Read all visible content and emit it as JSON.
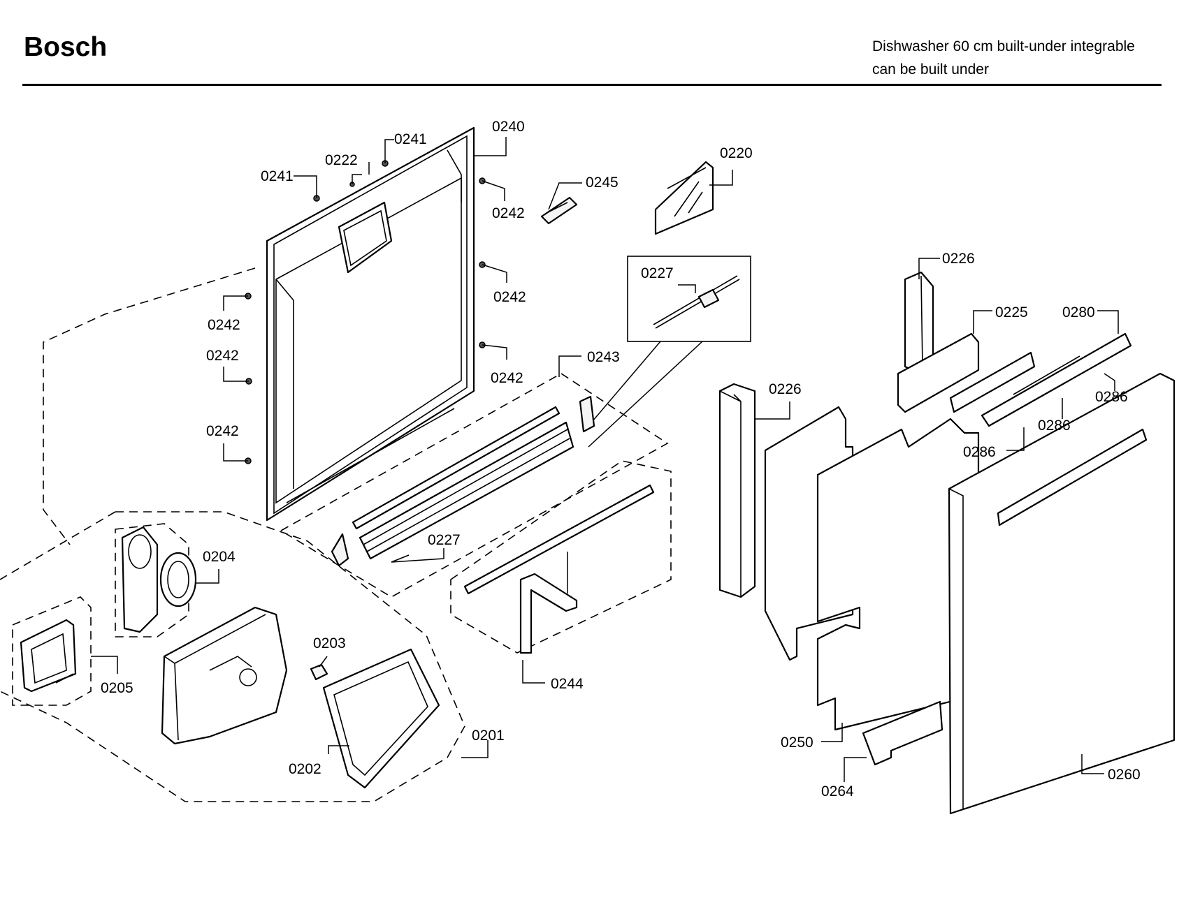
{
  "header": {
    "brand": "Bosch",
    "description_line1": "Dishwasher 60 cm built-under integrable",
    "description_line2": "can be built under"
  },
  "callouts": {
    "p0240": "0240",
    "p0241a": "0241",
    "p0241b": "0241",
    "p0222": "0222",
    "p0245": "0245",
    "p0220": "0220",
    "p0242a": "0242",
    "p0242b": "0242",
    "p0242c": "0242",
    "p0242d": "0242",
    "p0242e": "0242",
    "p0242f": "0242",
    "p0227a": "0227",
    "p0227b": "0227",
    "p0243": "0243",
    "p0244": "0244",
    "p0204": "0204",
    "p0205": "0205",
    "p0203": "0203",
    "p0202": "0202",
    "p0201": "0201",
    "p0226a": "0226",
    "p0226b": "0226",
    "p0225": "0225",
    "p0280": "0280",
    "p0286a": "0286",
    "p0286b": "0286",
    "p0286c": "0286",
    "p0250": "0250",
    "p0264": "0264",
    "p0260": "0260"
  }
}
